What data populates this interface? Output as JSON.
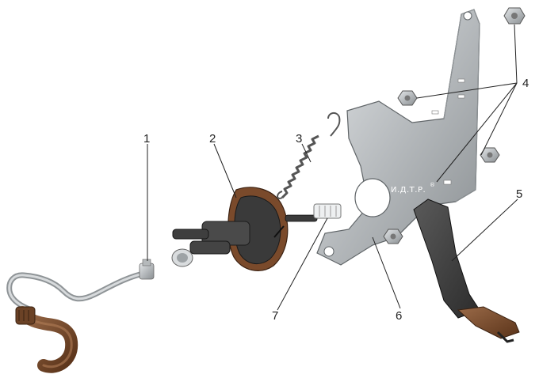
{
  "watermark": "И.Д.Т.Р.",
  "watermark_mark": "®",
  "callouts": [
    {
      "id": "1",
      "label": "1"
    },
    {
      "id": "2",
      "label": "2"
    },
    {
      "id": "3",
      "label": "3"
    },
    {
      "id": "4",
      "label": "4"
    },
    {
      "id": "5",
      "label": "5"
    },
    {
      "id": "6",
      "label": "6"
    },
    {
      "id": "7",
      "label": "7"
    }
  ],
  "colors": {
    "metal": "#b8bcbf",
    "metal_dark": "#7d8285",
    "rubber_dark": "#3a3a3a",
    "rubber_brown": "#6b3f24",
    "background": "#ffffff"
  }
}
